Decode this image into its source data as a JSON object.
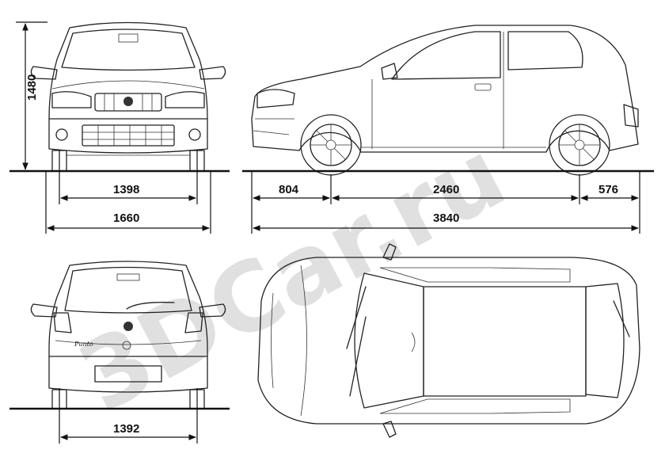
{
  "dimensions": {
    "height": "1480",
    "front_track": "1398",
    "width": "1660",
    "front_overhang": "804",
    "wheelbase": "2460",
    "rear_overhang": "576",
    "length": "3840",
    "rear_track": "1392"
  },
  "badge": {
    "rear_model_text": "Punto"
  },
  "watermark": {
    "text": "3DCar.ru"
  },
  "colors": {
    "line": "#222222",
    "watermark": "#c8c8c8",
    "background": "#ffffff"
  }
}
